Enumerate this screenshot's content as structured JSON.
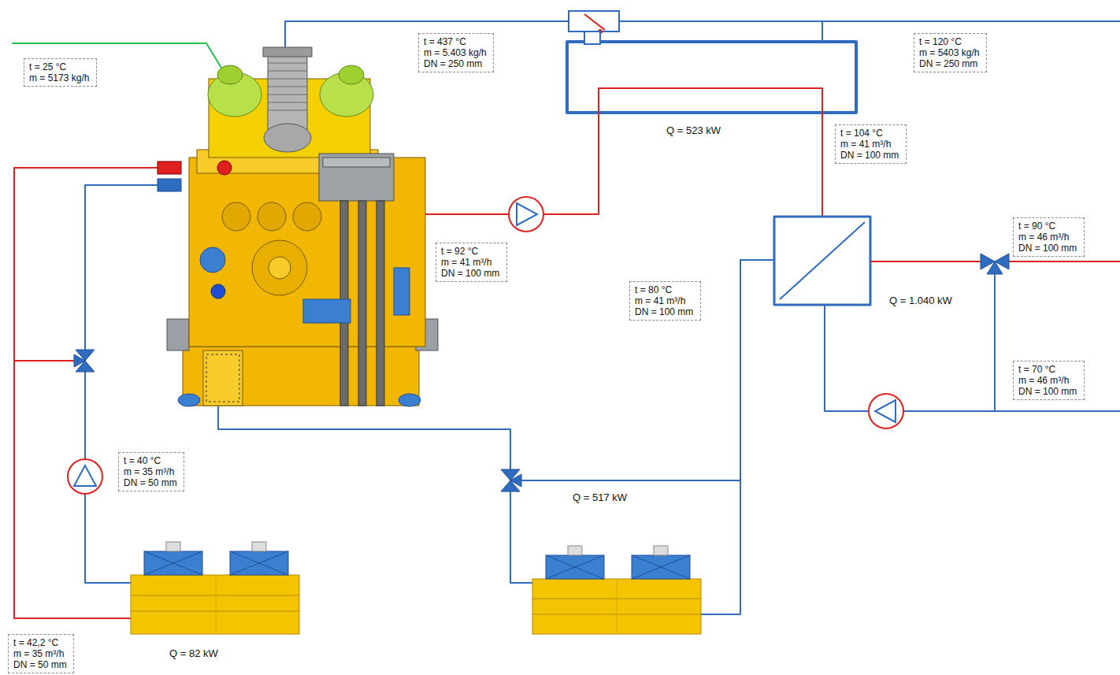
{
  "diagram": {
    "nodes": [
      {
        "text": [
          "t = 25 °C",
          "m = 5173 kg/h"
        ]
      },
      {
        "text": [
          "t = 437 °C",
          "m = 5.403 kg/h",
          "DN = 250 mm"
        ]
      },
      {
        "text": [
          "t = 120 °C",
          "m = 5403 kg/h",
          "DN = 250 mm"
        ]
      },
      {
        "text": [
          "t = 104 °C",
          "m = 41 m³/h",
          "DN = 100 mm"
        ]
      },
      {
        "text": [
          "t = 92 °C",
          "m = 41 m³/h",
          "DN = 100 mm"
        ]
      },
      {
        "text": [
          "t = 90 °C",
          "m = 46 m³/h",
          "DN = 100 mm"
        ]
      },
      {
        "text": [
          "t = 80 °C",
          "m = 41 m³/h",
          "DN = 100 mm"
        ]
      },
      {
        "text": [
          "t = 70 °C",
          "m = 46 m³/h",
          "DN = 100 mm"
        ]
      },
      {
        "text": [
          "t = 40 °C",
          "m = 35 m³/h",
          "DN = 50 mm"
        ]
      },
      {
        "text": [
          "t = 42,2 °C",
          "m = 35 m³/h",
          "DN = 50 mm"
        ]
      }
    ],
    "labels": [
      "Q = 523 kW",
      "Q = 1.040 kW",
      "Q = 517 kW",
      "Q = 82 kW"
    ]
  }
}
